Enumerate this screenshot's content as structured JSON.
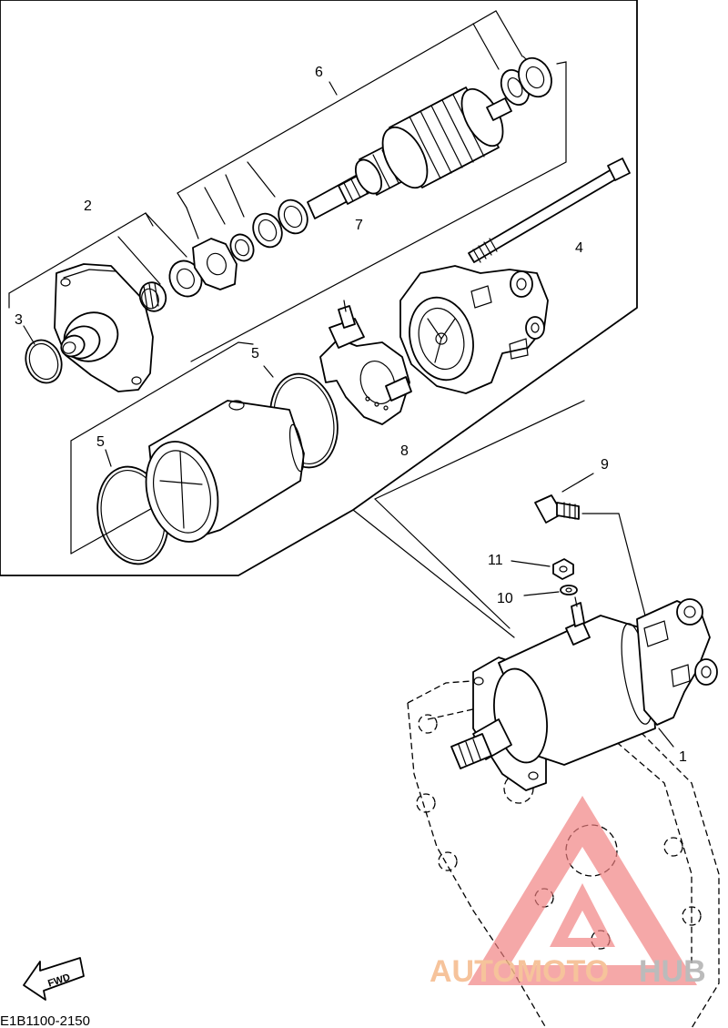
{
  "callouts": {
    "c1": "1",
    "c2": "2",
    "c3": "3",
    "c4": "4",
    "c5a": "5",
    "c5b": "5",
    "c6": "6",
    "c7": "7",
    "c8": "8",
    "c9": "9",
    "c10": "10",
    "c11": "11"
  },
  "fwd_label": "FWD",
  "diagram_code": "E1B1100-2150",
  "watermark": {
    "auto": "AUTOMOTO",
    "hub": "HUB",
    "auto_color": "#f5b98a",
    "hub_color": "#b0b0b0",
    "triangle_color": "#f08080"
  }
}
